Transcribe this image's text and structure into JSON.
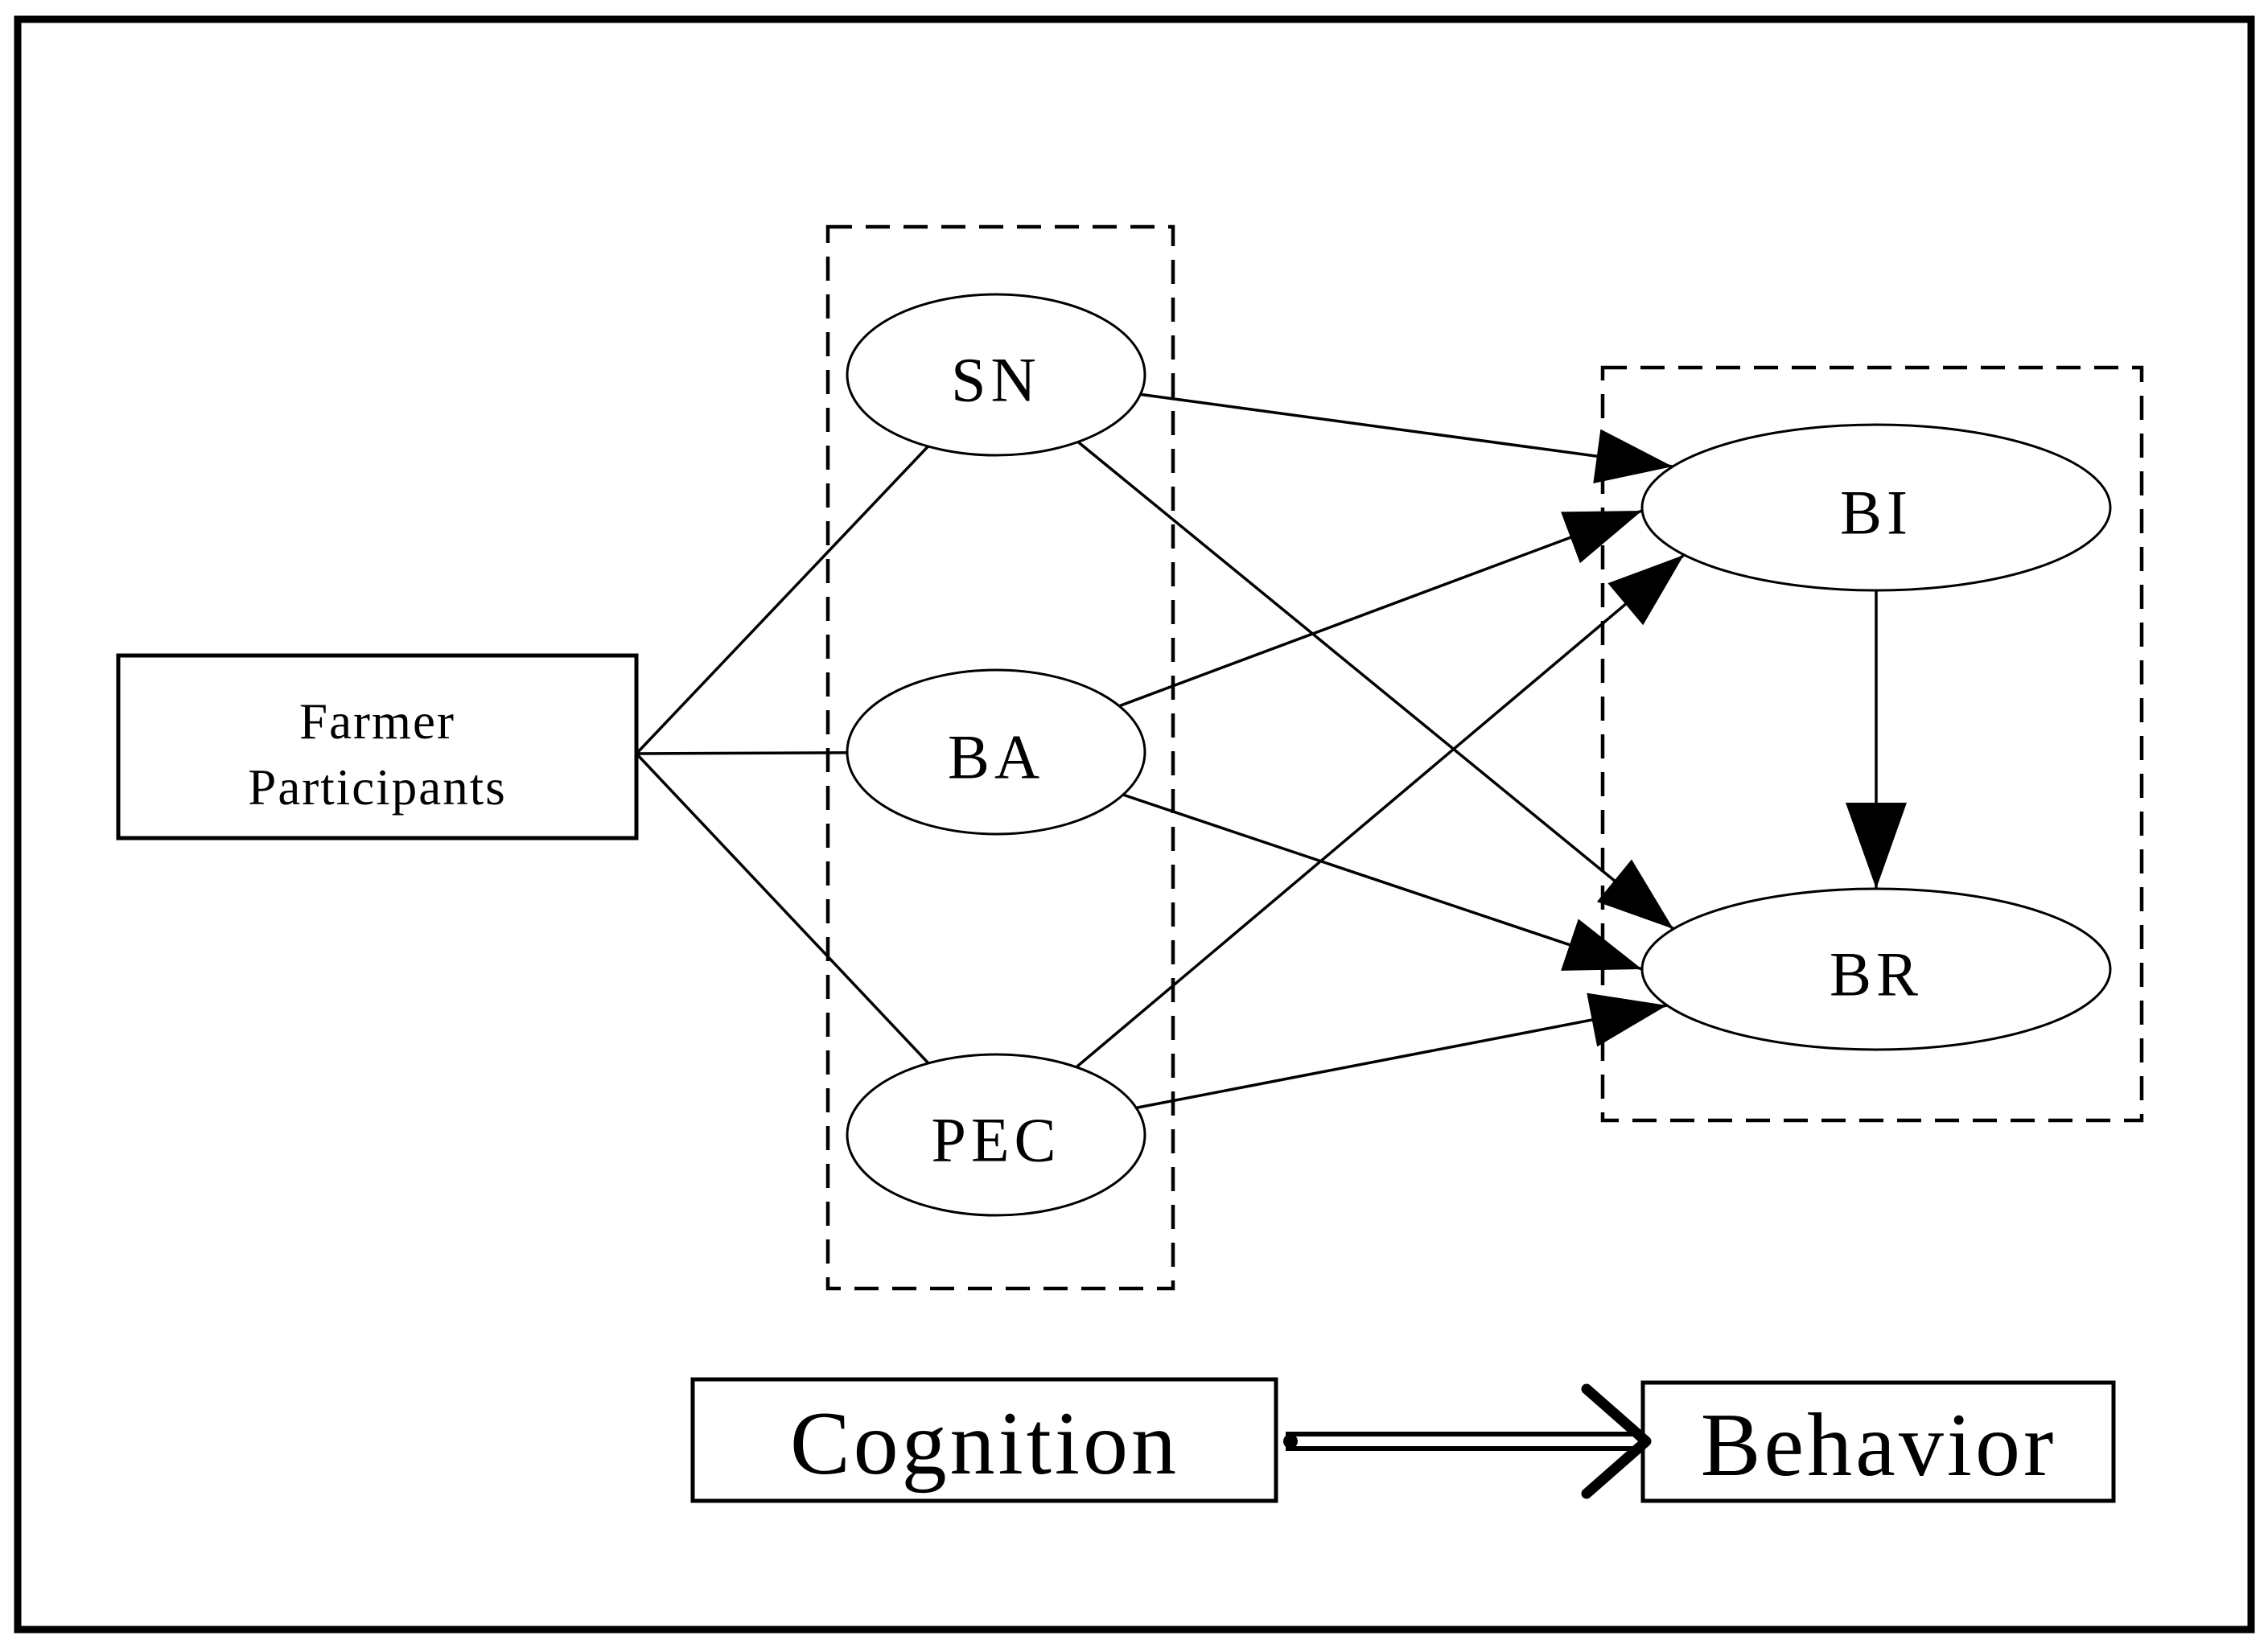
{
  "diagram": {
    "title": "",
    "nodes": {
      "farmer": {
        "line1": "Farmer",
        "line2": "Participants"
      },
      "sn": {
        "label": "SN"
      },
      "ba": {
        "label": "BA"
      },
      "pec": {
        "label": "PEC"
      },
      "bi": {
        "label": "BI"
      },
      "br": {
        "label": "BR"
      }
    },
    "footer": {
      "cognition": "Cognition",
      "behavior": "Behavior"
    },
    "groups": [
      {
        "name": "cognition-group",
        "style": "dashed",
        "members": [
          "SN",
          "BA",
          "PEC"
        ]
      },
      {
        "name": "behavior-group",
        "style": "dashed",
        "members": [
          "BI",
          "BR"
        ]
      }
    ],
    "edges": [
      {
        "from": "Farmer Participants",
        "to": "SN",
        "style": "plain-line"
      },
      {
        "from": "Farmer Participants",
        "to": "BA",
        "style": "plain-line"
      },
      {
        "from": "Farmer Participants",
        "to": "PEC",
        "style": "plain-line"
      },
      {
        "from": "SN",
        "to": "BI",
        "style": "solid-arrow"
      },
      {
        "from": "SN",
        "to": "BR",
        "style": "solid-arrow"
      },
      {
        "from": "BA",
        "to": "BI",
        "style": "solid-arrow"
      },
      {
        "from": "BA",
        "to": "BR",
        "style": "solid-arrow"
      },
      {
        "from": "PEC",
        "to": "BI",
        "style": "solid-arrow"
      },
      {
        "from": "PEC",
        "to": "BR",
        "style": "solid-arrow"
      },
      {
        "from": "BI",
        "to": "BR",
        "style": "solid-arrow"
      },
      {
        "from": "Cognition",
        "to": "Behavior",
        "style": "double-line-open-arrow"
      }
    ],
    "colors": {
      "ink": "#000000",
      "background": "#ffffff"
    }
  }
}
